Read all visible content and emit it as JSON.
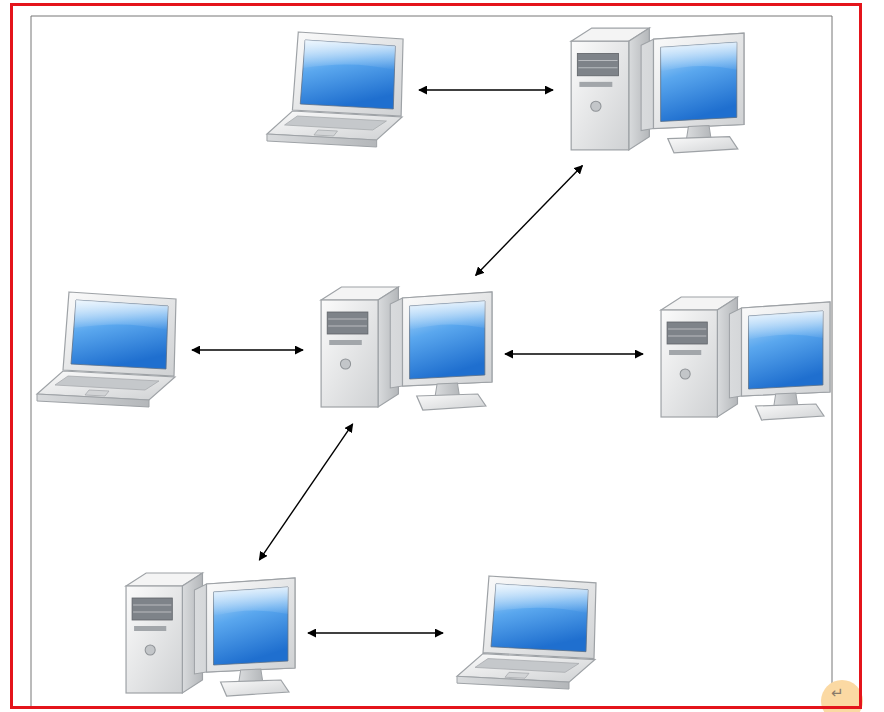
{
  "diagram": {
    "nodes": [
      {
        "text": []
      },
      {
        "text": []
      },
      {
        "text": []
      },
      {
        "text": []
      },
      {
        "text": []
      },
      {
        "text": []
      },
      {
        "text": []
      }
    ],
    "edges": [
      {
        "from": 0,
        "to": 1,
        "arrow": "both"
      },
      {
        "from": 1,
        "to": 3,
        "arrow": "both"
      },
      {
        "from": 2,
        "to": 3,
        "arrow": "both"
      },
      {
        "from": 3,
        "to": 4,
        "arrow": "both"
      },
      {
        "from": 3,
        "to": 5,
        "arrow": "both"
      },
      {
        "from": 5,
        "to": 6,
        "arrow": "both"
      }
    ],
    "labels": [
      "↵"
    ]
  }
}
